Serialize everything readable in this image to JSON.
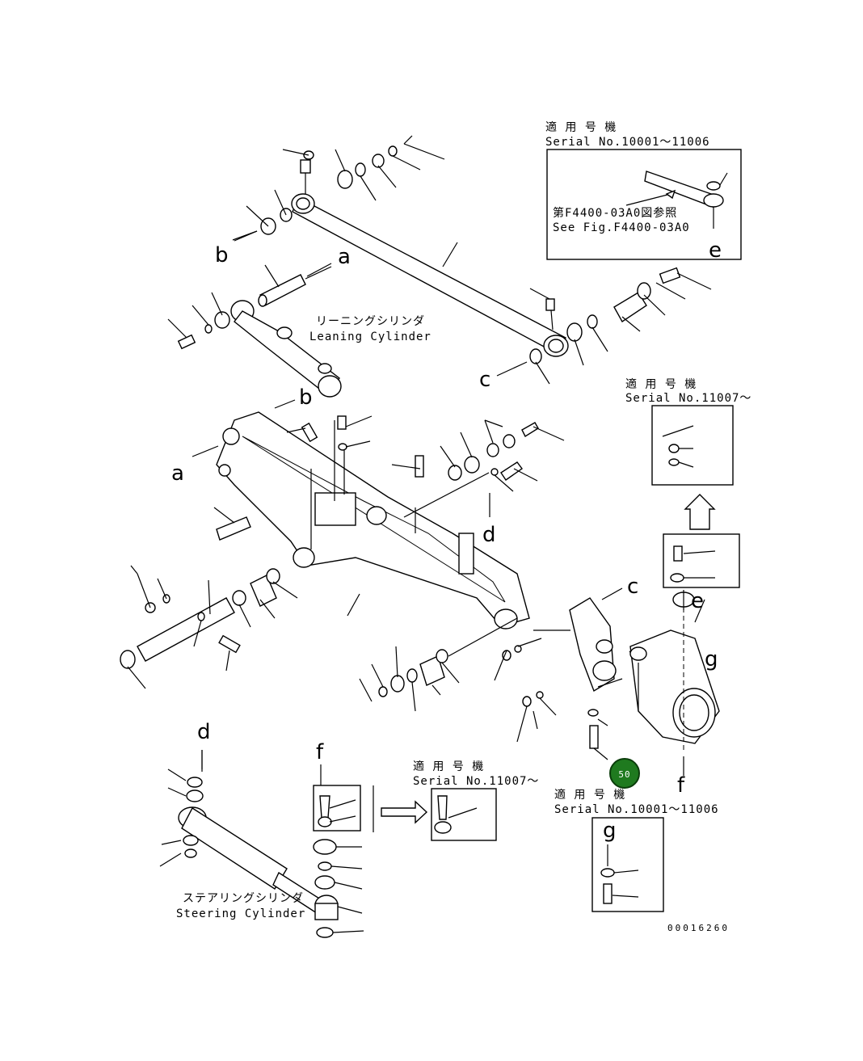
{
  "diagram": {
    "drawing_number": "00016260",
    "leaning_cylinder": {
      "ja": "リーニングシリンダ",
      "en": "Leaning Cylinder"
    },
    "steering_cylinder": {
      "ja": "ステアリングシリンダ",
      "en": "Steering Cylinder"
    },
    "callouts": {
      "a_left": "a",
      "a_right": "a",
      "b_left": "b",
      "b_right": "b",
      "c_left": "c",
      "c_right": "c",
      "d_top": "d",
      "d_bottom": "d",
      "e_inset": "e",
      "e_main": "e",
      "f_left": "f",
      "f_main": "f",
      "g_main": "g",
      "g_inset": "g"
    },
    "insets": {
      "inset1": {
        "title_ja": "適 用 号 機",
        "title_en": "Serial No.10001〜11006",
        "ref_ja": "第F4400-03A0図参照",
        "ref_en": "See Fig.F4400-03A0"
      },
      "inset2": {
        "title_ja": "適 用 号 機",
        "title_en": "Serial No.11007〜"
      },
      "inset3": {
        "title_ja": "適 用 号 機",
        "title_en": "Serial No.11007〜"
      },
      "inset4": {
        "title_ja": "適 用 号 機",
        "title_en": "Serial No.10001〜11006"
      }
    },
    "highlight_marker": {
      "label": "50",
      "color": "#1f7a1f"
    }
  }
}
